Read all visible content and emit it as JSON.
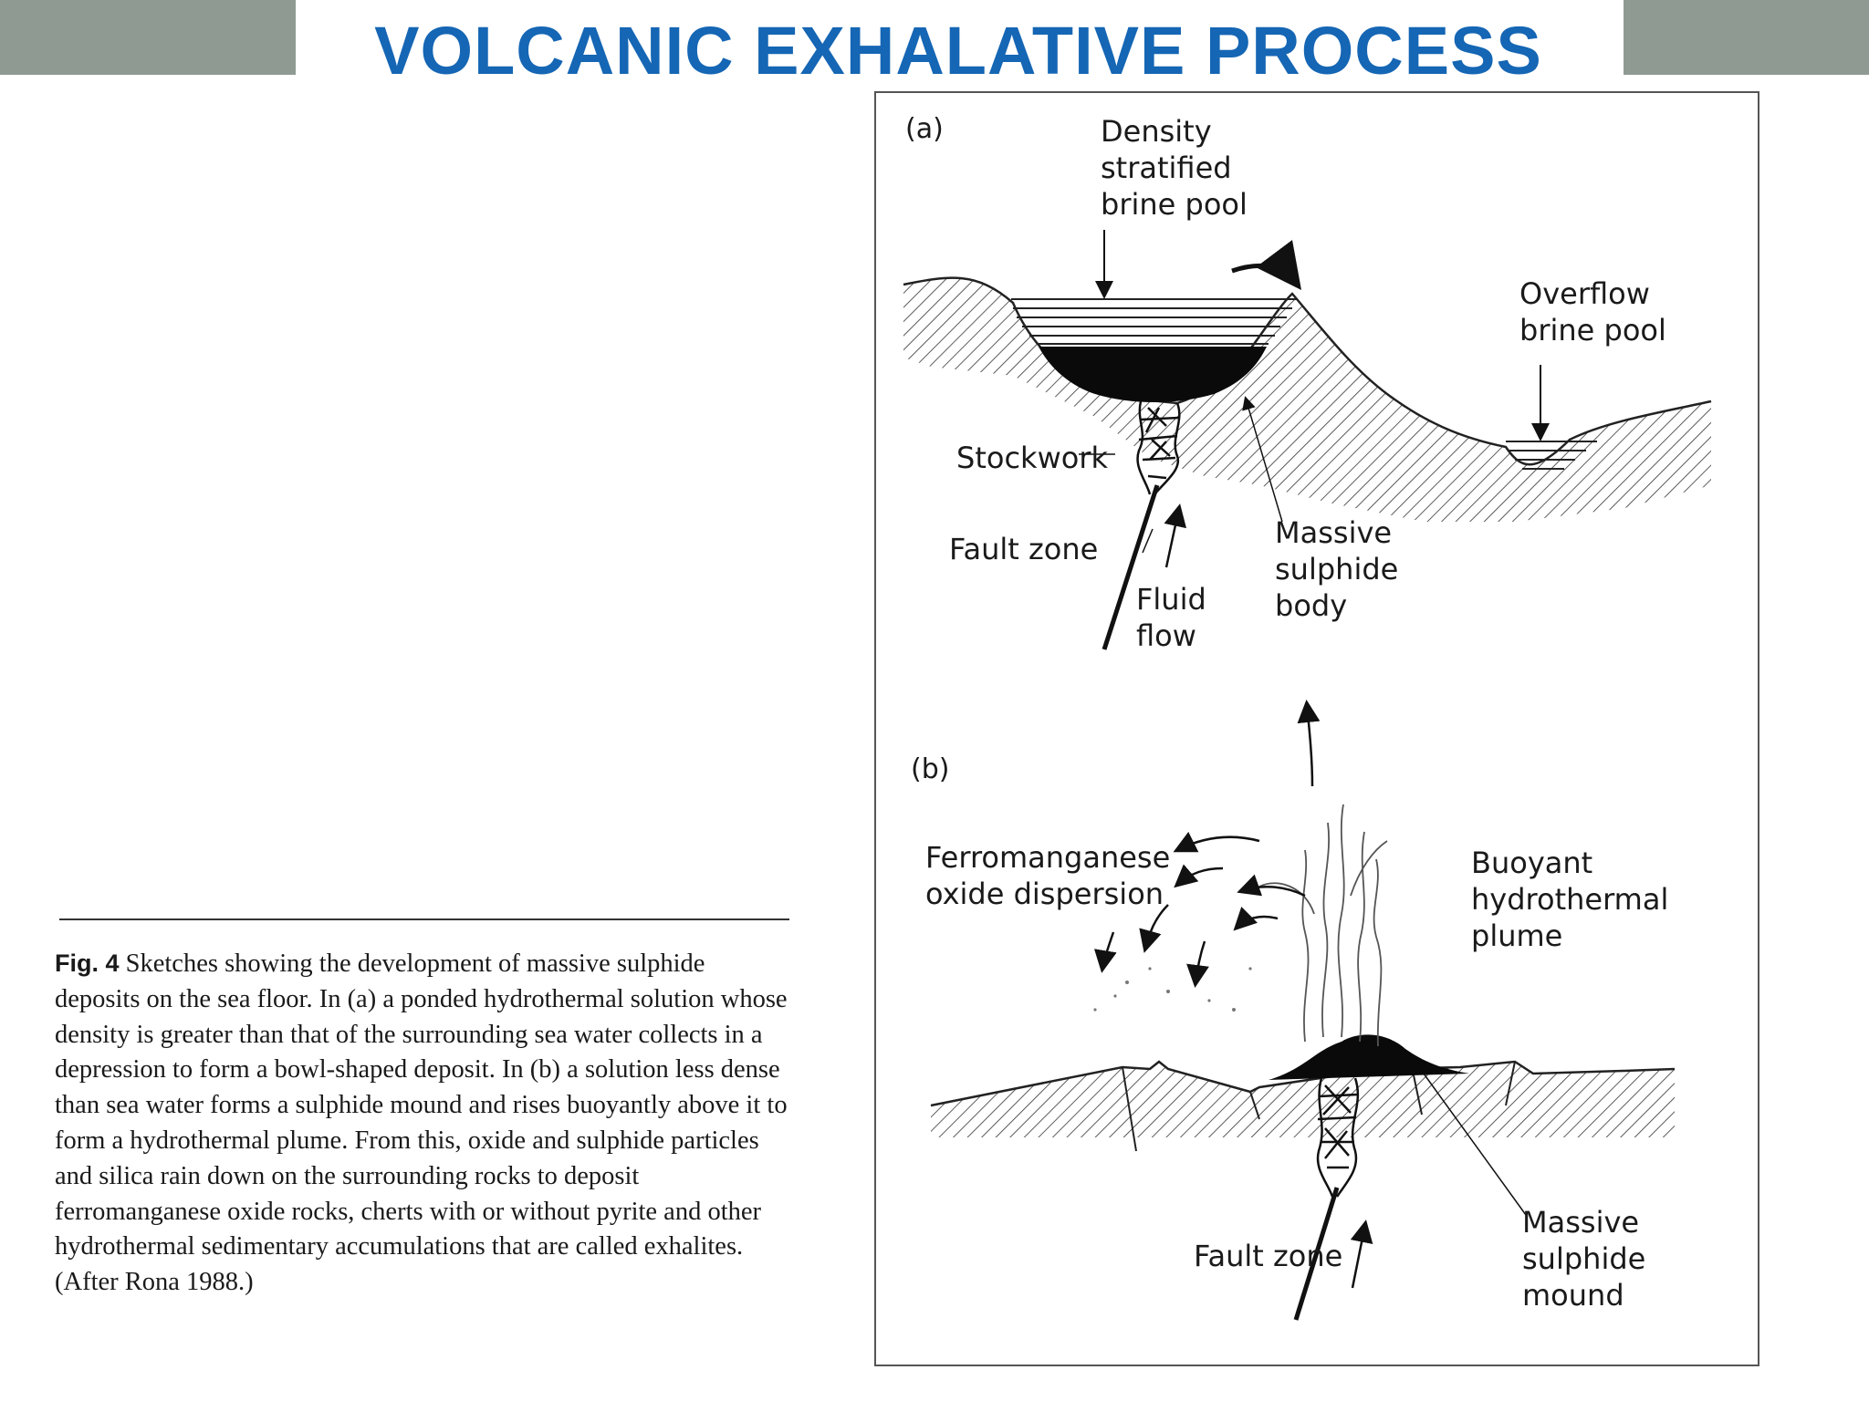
{
  "slide": {
    "title": "VOLCANIC EXHALATIVE PROCESS",
    "accent_color": "#1566b4",
    "bar_color": "#8f9a93"
  },
  "caption": {
    "fig_label": "Fig. 4",
    "text": " Sketches showing the development of massive sulphide deposits on the sea floor. In (a) a ponded hydrothermal solution whose density is greater than that of the surrounding sea water collects in a depression to form a bowl-shaped deposit. In (b) a solution less dense than sea water forms a sulphide mound and rises buoyantly above it to form a hydrothermal plume. From this, oxide and sulphide particles and silica rain down on the surrounding rocks to deposit ferromanganese oxide rocks, cherts with or without pyrite and other hydrothermal sedimentary accumulations that are called exhalites. (After Rona 1988.)"
  },
  "figure": {
    "panel_a": {
      "tag": "(a)",
      "density_pool": "Density\nstratified\nbrine pool",
      "overflow_pool": "Overflow\nbrine pool",
      "stockwork": "Stockwork",
      "fault_zone": "Fault zone",
      "fluid_flow": "Fluid\nflow",
      "sulphide_body": "Massive\nsulphide\nbody"
    },
    "panel_b": {
      "tag": "(b)",
      "ferro": "Ferromanganese\noxide dispersion",
      "plume": "Buoyant\nhydrothermal\nplume",
      "fault_zone": "Fault zone",
      "mound": "Massive\nsulphide\nmound"
    }
  }
}
